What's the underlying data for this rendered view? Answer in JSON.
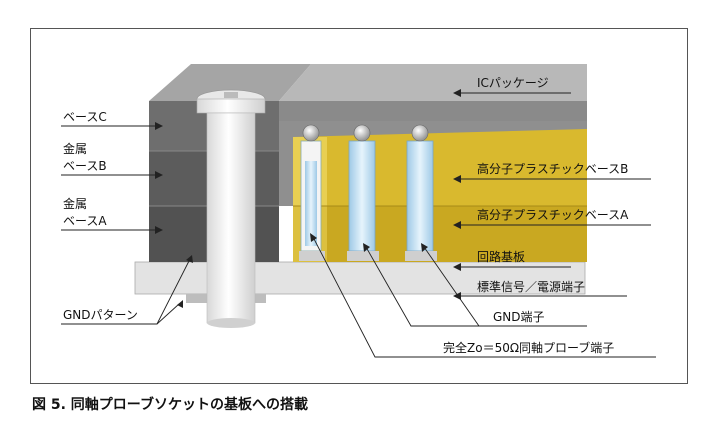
{
  "labels": {
    "base_c": "ベースC",
    "metal_base_b_line1": "金属",
    "metal_base_b_line2": "ベースB",
    "metal_base_a_line1": "金属",
    "metal_base_a_line2": "ベースA",
    "gnd_pattern": "GNDパターン",
    "ic_package": "ICパッケージ",
    "plastic_base_b": "高分子プラスチックベースB",
    "plastic_base_a": "高分子プラスチックベースA",
    "circuit_board": "回路基板",
    "signal_power_terminal": "標準信号／電源端子",
    "gnd_terminal": "GND端子",
    "coax_probe_terminal": "完全Zo＝50Ω同軸プローブ端子"
  },
  "caption": "図 5.  同軸プローブソケットの基板への搭載"
}
